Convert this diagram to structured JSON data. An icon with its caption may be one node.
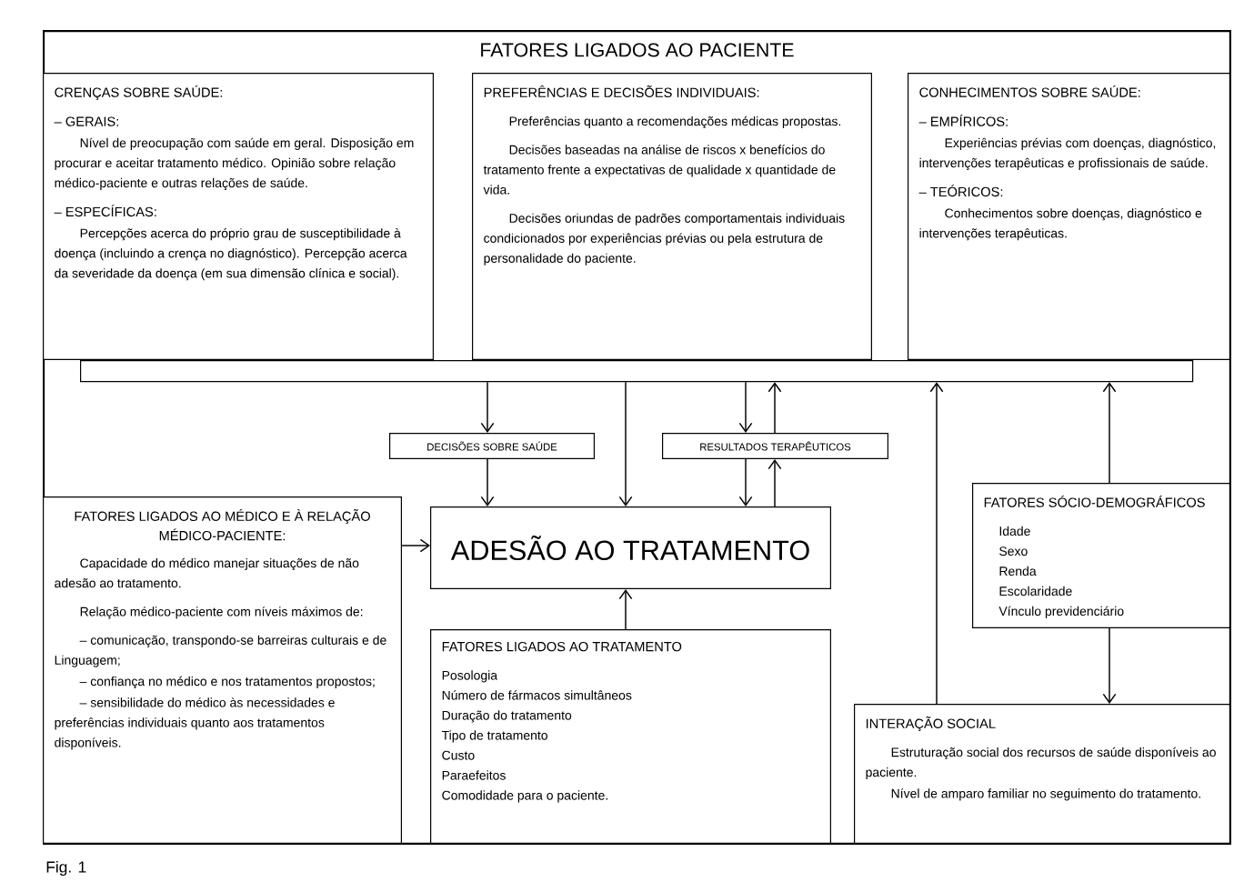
{
  "diagram": {
    "nodes": [
      {
        "text": [
          "FATORES LIGADOS AO PACIENTE"
        ]
      },
      {
        "text": [
          "CRENÇAS SOBRE SAÚDE:",
          "– GERAIS:",
          "Nível de preocupação com saúde em geral. Disposição em procurar e aceitar tratamento médico. Opinião sobre relação médico-paciente e outras relações de saúde.",
          "– ESPECÍFICAS:",
          "Percepções acerca do próprio grau de susceptibilidade à doença (incluindo a crença no diagnóstico). Percepção acerca da severidade da doença (em sua dimensão clínica e social)."
        ],
        "in": 0
      },
      {
        "text": [
          "PREFERÊNCIAS E DECISÕES INDIVIDUAIS:",
          "Preferências quanto a recomendações médicas propostas.",
          "Decisões baseadas na análise de riscos x benefícios do tratamento frente a expectativas de qualidade x quantidade de vida.",
          "Decisões oriundas de padrões comportamentais individuais condicionados por experiências prévias ou pela estrutura de personalidade do paciente."
        ],
        "in": 0
      },
      {
        "text": [
          "CONHECIMENTOS SOBRE SAÚDE:",
          "– EMPÍRICOS:",
          "Experiências prévias com doenças, diagnóstico, intervenções terapêuticas e profissionais de saúde.",
          "– TEÓRICOS:",
          "Conhecimentos sobre doenças, diagnóstico e intervenções terapêuticas."
        ],
        "in": 0
      },
      {
        "text": [],
        "shape": "bar",
        "in": 0
      },
      {
        "text": [
          "DECISÕES SOBRE SAÚDE"
        ],
        "in": 0
      },
      {
        "text": [
          "RESULTADOS TERAPÊUTICOS"
        ],
        "in": 0
      },
      {
        "text": [
          "FATORES LIGADOS AO MÉDICO E À RELAÇÃO MÉDICO-PACIENTE:",
          "Capacidade do médico manejar situações de não adesão ao tratamento.",
          "Relação médico-paciente com níveis máximos de:",
          "– comunicação, transpondo-se barreiras culturais e de Linguagem;",
          "– confiança no médico e nos tratamentos propostos;",
          "– sensibilidade do médico às necessidades e preferências individuais quanto aos tratamentos disponíveis."
        ],
        "in": 0
      },
      {
        "text": [
          "ADESÃO AO TRATAMENTO"
        ],
        "in": 0
      },
      {
        "text": [
          "FATORES LIGADOS AO TRATAMENTO",
          "Posologia",
          "Número de fármacos simultâneos",
          "Duração do tratamento",
          "Tipo de tratamento",
          "Custo",
          "Paraefeitos",
          "Comodidade para o paciente."
        ],
        "in": 0
      },
      {
        "text": [
          "FATORES SÓCIO-DEMOGRÁFICOS",
          "Idade",
          "Sexo",
          "Renda",
          "Escolaridade",
          "Vínculo previdenciário"
        ],
        "in": 0
      },
      {
        "text": [
          "INTERAÇÃO SOCIAL",
          "Estruturação social dos recursos de saúde disponíveis ao paciente.",
          "Nível de amparo familiar no seguimento do tratamento."
        ],
        "in": 0
      }
    ],
    "edges": [
      {
        "from": 4,
        "to": 5,
        "arrow": "to"
      },
      {
        "from": 4,
        "to": 6,
        "arrow": "to"
      },
      {
        "from": 6,
        "to": 4,
        "arrow": "to"
      },
      {
        "from": 4,
        "to": 8,
        "arrow": "to"
      },
      {
        "from": 5,
        "to": 8,
        "arrow": "to"
      },
      {
        "from": 6,
        "to": 8,
        "arrow": "to"
      },
      {
        "from": 8,
        "to": 6,
        "arrow": "to"
      },
      {
        "from": 7,
        "to": 8,
        "arrow": "to"
      },
      {
        "from": 9,
        "to": 8,
        "arrow": "to"
      },
      {
        "from": 10,
        "to": 4,
        "arrow": "to"
      },
      {
        "from": 10,
        "to": 11,
        "arrow": "to"
      },
      {
        "from": 11,
        "to": 4,
        "arrow": "to"
      }
    ],
    "labels": [
      "Fig. 1"
    ]
  }
}
